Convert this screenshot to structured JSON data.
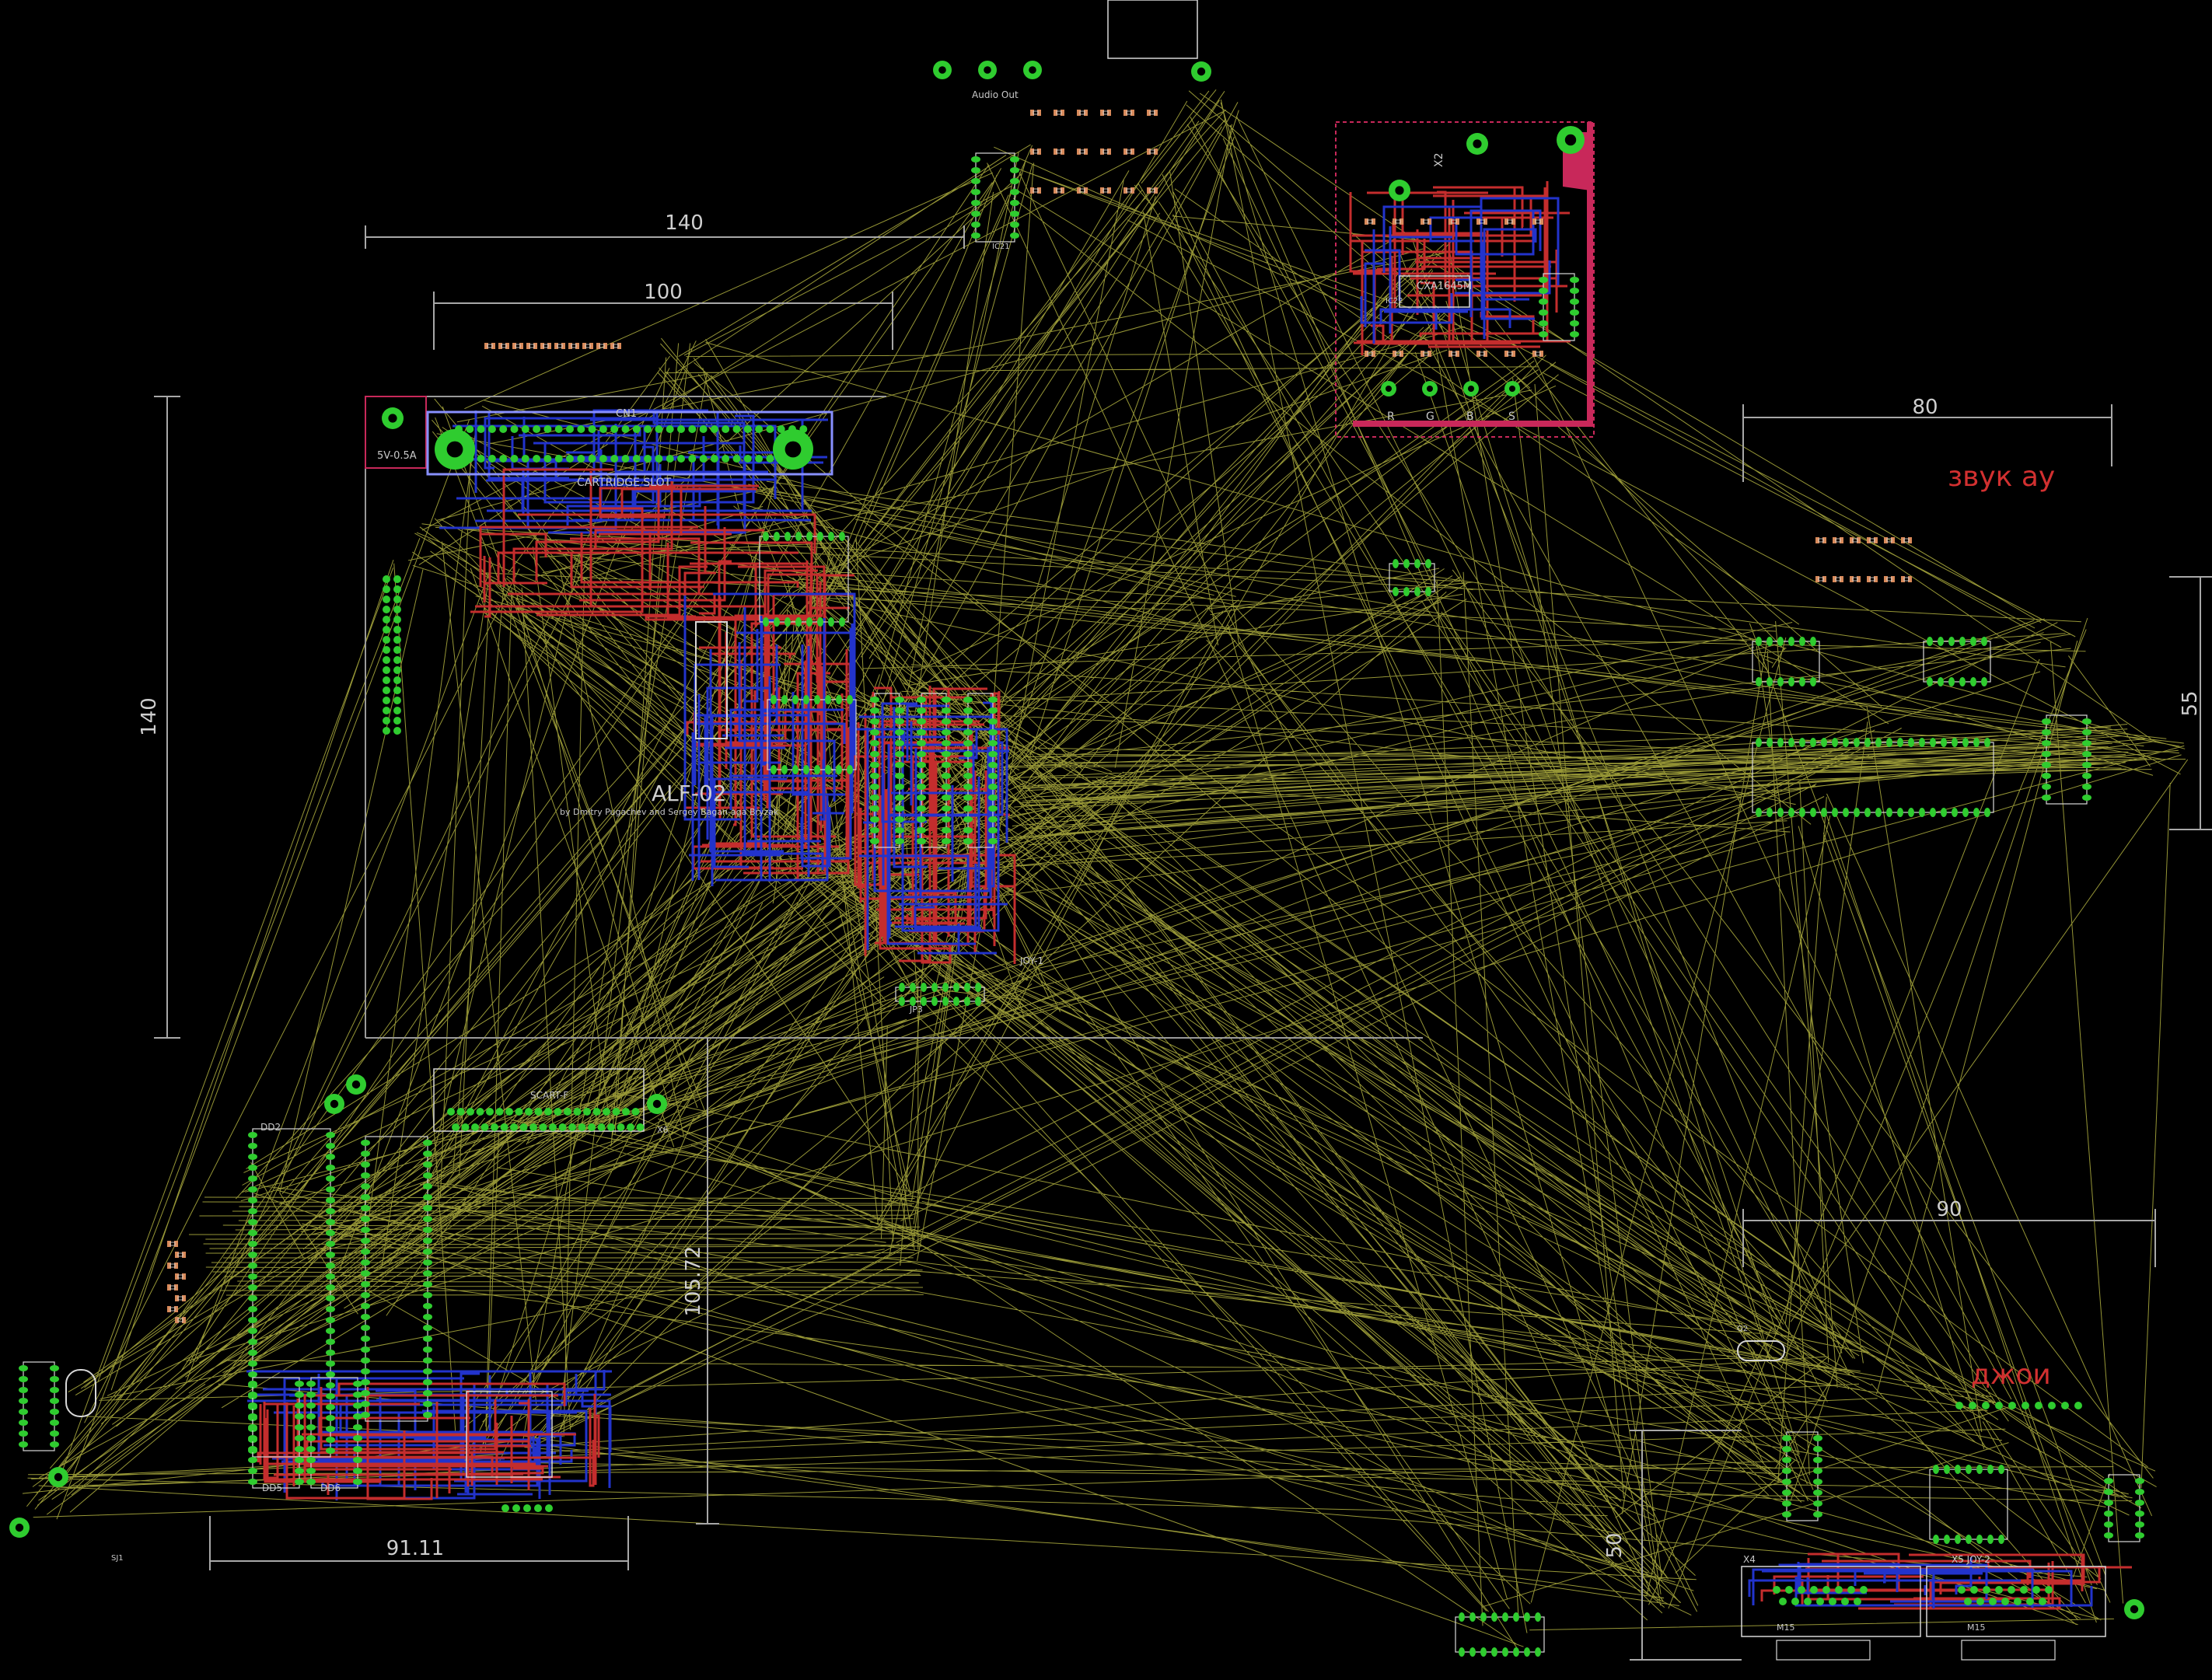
{
  "colors": {
    "background": "#000000",
    "airwire": "#b0b040",
    "dimension": "#a8a8a8",
    "top_copper": "#c42d2d",
    "bottom_copper": "#2233cc",
    "pad": "#2fcc2f",
    "smd": "#d98a5a",
    "silk": "#d8d8d8",
    "board_outline": "#c8285a"
  },
  "dimensions": {
    "d140_h": "140",
    "d100": "100",
    "d140_v": "140",
    "d80": "80",
    "d55": "55",
    "d90": "90",
    "d10572": "105.72",
    "d9111": "91.11",
    "d50": "50"
  },
  "labels": {
    "title": "ALF-02",
    "authors": "by Dmitry Pugachev and Sergey Bagan-aga Bryzak",
    "cartridge_slot": "CARTRIDGE SLOT",
    "cn1": "CN1",
    "power": "5V-0.5A",
    "scart": "SCART-F",
    "audio_out": "Audio Out",
    "ic_cxa": "CXA1645M",
    "rgbs": [
      "R",
      "G",
      "B",
      "S"
    ],
    "sound_note": "звук ау",
    "joy_note": "джои",
    "joy1": "JOY-1",
    "joy2": "X5 JOY-2",
    "x4": "X4",
    "m15a": "M15",
    "m15b": "M15",
    "dd2": "DD2",
    "dd5": "DD5",
    "dd6": "DD6",
    "jp3": "JP3",
    "ic21": "IC21",
    "ic22": "IC22",
    "q2": "Q2",
    "sj1": "SJ1",
    "x2": "X2",
    "x6": "X6"
  }
}
